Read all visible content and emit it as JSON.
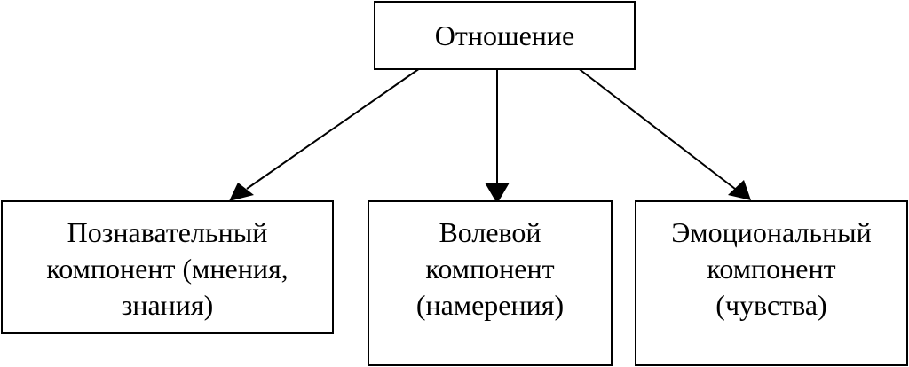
{
  "diagram": {
    "root": {
      "label": "Отношение"
    },
    "components": [
      {
        "label": "Познавательный\nкомпонент (мнения,\nзнания)"
      },
      {
        "label": "Волевой\nкомпонент\n(намерения)"
      },
      {
        "label": "Эмоциональный\nкомпонент\n(чувства)"
      }
    ],
    "line_color": "#000000",
    "box_border_color": "#000000"
  }
}
